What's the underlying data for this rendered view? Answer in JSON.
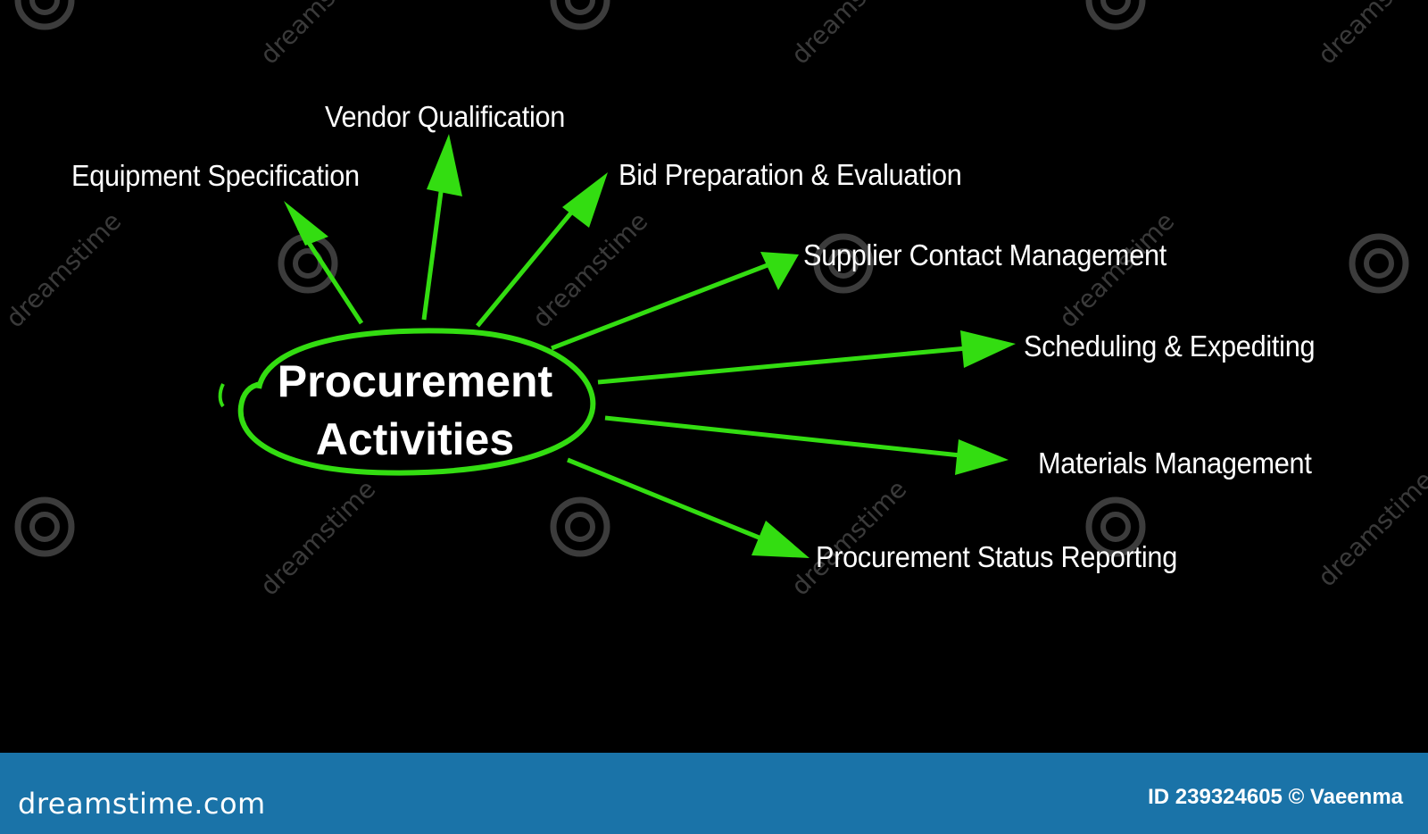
{
  "diagram": {
    "center_line1": "Procurement",
    "center_line2": "Activities",
    "accent_color": "#33dd11",
    "nodes": [
      {
        "label": "Equipment Specification"
      },
      {
        "label": "Vendor Qualification"
      },
      {
        "label": "Bid Preparation & Evaluation"
      },
      {
        "label": "Supplier Contact Management"
      },
      {
        "label": "Scheduling & Expediting"
      },
      {
        "label": "Materials Management"
      },
      {
        "label": "Procurement Status Reporting"
      }
    ]
  },
  "watermark": {
    "text": "dreamstime",
    "icon": "spiral-logo-icon"
  },
  "footer": {
    "background_color": "#1a73a8",
    "brand": "dreamstime.com",
    "credit": "ID 239324605 © Vaeenma"
  }
}
